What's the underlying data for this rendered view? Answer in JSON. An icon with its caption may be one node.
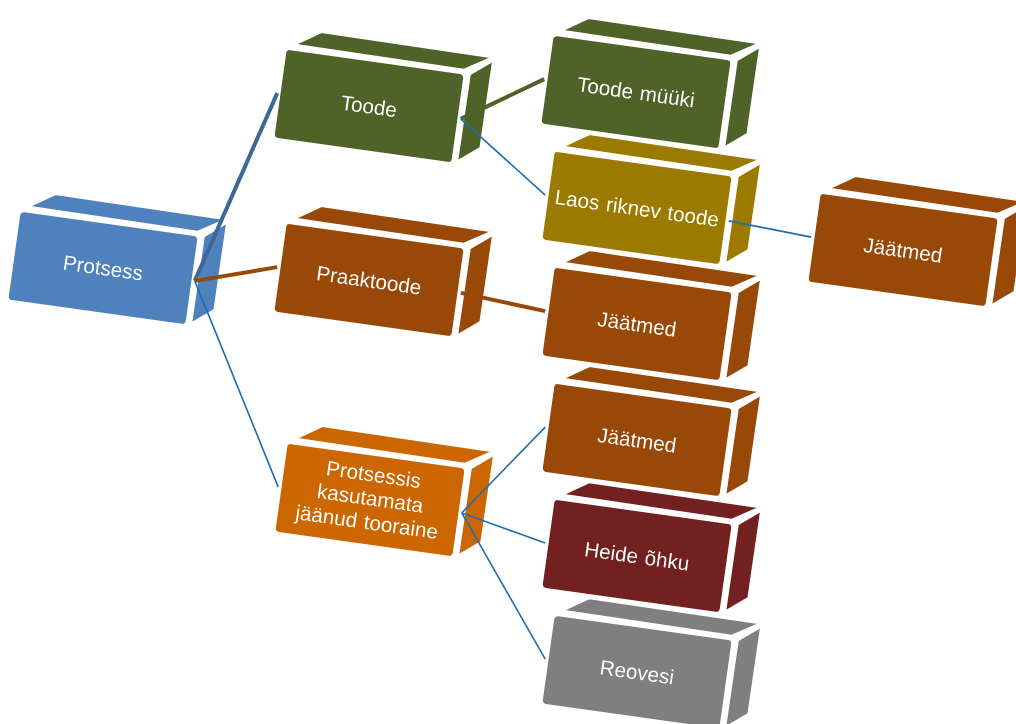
{
  "diagram": {
    "nodes": [
      {
        "text": [
          "Protsess"
        ]
      },
      {
        "text": [
          "Toode"
        ]
      },
      {
        "text": [
          "Praaktoode"
        ]
      },
      {
        "text": [
          "Protsessis kasutamata jäänud tooraine"
        ]
      },
      {
        "text": [
          "Toode müüki"
        ]
      },
      {
        "text": [
          "Laos riknev toode"
        ]
      },
      {
        "text": [
          "Jäätmed"
        ]
      },
      {
        "text": [
          "Jäätmed"
        ]
      },
      {
        "text": [
          "Heide õhku"
        ]
      },
      {
        "text": [
          "Reovesi"
        ]
      },
      {
        "text": [
          "Jäätmed"
        ]
      }
    ],
    "edges": [
      {
        "from": 0,
        "to": 1,
        "arrow": "none",
        "style": "thick",
        "color": "#3c6798"
      },
      {
        "from": 0,
        "to": 2,
        "arrow": "none",
        "style": "thick",
        "color": "#984807"
      },
      {
        "from": 0,
        "to": 3,
        "arrow": "none"
      },
      {
        "from": 1,
        "to": 4,
        "arrow": "none",
        "style": "thick",
        "color": "#4f6228"
      },
      {
        "from": 1,
        "to": 5,
        "arrow": "none"
      },
      {
        "from": 2,
        "to": 6,
        "arrow": "none",
        "style": "thick",
        "color": "#984807"
      },
      {
        "from": 5,
        "to": 10,
        "arrow": "none"
      },
      {
        "from": 3,
        "to": 7,
        "arrow": "none"
      },
      {
        "from": 3,
        "to": 8,
        "arrow": "none"
      },
      {
        "from": 3,
        "to": 9,
        "arrow": "none"
      }
    ]
  }
}
